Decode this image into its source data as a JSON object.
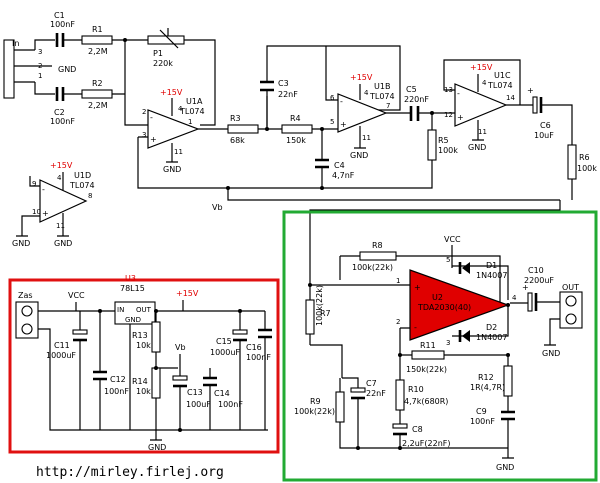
{
  "colors": {
    "wire": "#000000",
    "accent_red": "#e00000",
    "box_power": "#e01010",
    "box_amp": "#22aa33"
  },
  "inputs": {
    "in_label": "In",
    "gnd": "GND",
    "pins": [
      "3",
      "2",
      "1"
    ]
  },
  "c1": {
    "name": "C1",
    "value": "100nF"
  },
  "c2": {
    "name": "C2",
    "value": "100nF"
  },
  "r1": {
    "name": "R1",
    "value": "2,2M"
  },
  "r2": {
    "name": "R2",
    "value": "2,2M"
  },
  "p1": {
    "name": "P1",
    "value": "220k"
  },
  "u1a": {
    "name": "U1A",
    "part": "TL074",
    "vcc": "+15V",
    "pins": {
      "p3": "3",
      "p2": "2",
      "p4": "4",
      "p11": "11",
      "p1": "1"
    },
    "gnd": "GND"
  },
  "r3": {
    "name": "R3",
    "value": "68k"
  },
  "r4": {
    "name": "R4",
    "value": "150k"
  },
  "c3": {
    "name": "C3",
    "value": "22nF"
  },
  "c4": {
    "name": "C4",
    "value": "4,7nF"
  },
  "u1b": {
    "name": "U1B",
    "part": "TL074",
    "vcc": "+15V",
    "pins": {
      "p6": "6",
      "p5": "5",
      "p4": "4",
      "p11": "11",
      "p7": "7"
    },
    "gnd": "GND"
  },
  "c5": {
    "name": "C5",
    "value": "220nF"
  },
  "r5": {
    "name": "R5",
    "value": "100k"
  },
  "u1c": {
    "name": "U1C",
    "part": "TL074",
    "vcc": "+15V",
    "pins": {
      "p13": "13",
      "p12": "12",
      "p4": "4",
      "p11": "11",
      "p14": "14"
    },
    "gnd": "GND"
  },
  "c6": {
    "name": "C6",
    "value": "10uF"
  },
  "r6": {
    "name": "R6",
    "value": "100k"
  },
  "vb_label": "Vb",
  "u1d": {
    "name": "U1D",
    "part": "TL074",
    "vcc": "+15V",
    "pins": {
      "p9": "9",
      "p10": "10",
      "p4": "4",
      "p11": "11",
      "p8": "8"
    },
    "gnd1": "GND",
    "gnd2": "GND"
  },
  "power": {
    "zas": "Zas",
    "vcc": "VCC",
    "u3_name": "U3",
    "u3_part": "78L15",
    "u3_in": "IN",
    "u3_out": "OUT",
    "u3_gnd": "GND",
    "plus15": "+15V",
    "c11": {
      "name": "C11",
      "value": "1000uF"
    },
    "c12": {
      "name": "C12",
      "value": "100nF"
    },
    "r13": {
      "name": "R13",
      "value": "10k"
    },
    "r14": {
      "name": "R14",
      "value": "10k"
    },
    "vb": "Vb",
    "c13": {
      "name": "C13",
      "value": "100uF"
    },
    "c14": {
      "name": "C14",
      "value": "100nF"
    },
    "c15": {
      "name": "C15",
      "value": "1000uF"
    },
    "c16": {
      "name": "C16",
      "value": "100nF"
    },
    "gnd": "GND"
  },
  "amp": {
    "r8": {
      "name": "R8",
      "value": "100k(22k)"
    },
    "vcc": "VCC",
    "d1": {
      "name": "D1",
      "part": "1N4007"
    },
    "d2": {
      "name": "D2",
      "part": "1N4007"
    },
    "c10": {
      "name": "C10",
      "value": "2200uF"
    },
    "out": "OUT",
    "u2": {
      "name": "U2",
      "part": "TDA2030(40)"
    },
    "pins": {
      "p1": "1",
      "p2": "2",
      "p3": "3",
      "p4": "4",
      "p5": "5"
    },
    "r7": {
      "name": "R7",
      "value": "100k(22k)"
    },
    "r11": {
      "name": "R11",
      "value": "150k(22k)"
    },
    "r9": {
      "name": "R9",
      "value": "100k(22k)"
    },
    "c7": {
      "name": "C7",
      "value": "22nF"
    },
    "r10": {
      "name": "R10",
      "value": "4,7k(680R)"
    },
    "c8": {
      "name": "C8",
      "value": "2,2uF(22nF)"
    },
    "r12": {
      "name": "R12",
      "value": "1R(4,7R)"
    },
    "c9": {
      "name": "C9",
      "value": "100nF"
    },
    "gnd": "GND"
  },
  "footer_url": "http://mirley.firlej.org"
}
